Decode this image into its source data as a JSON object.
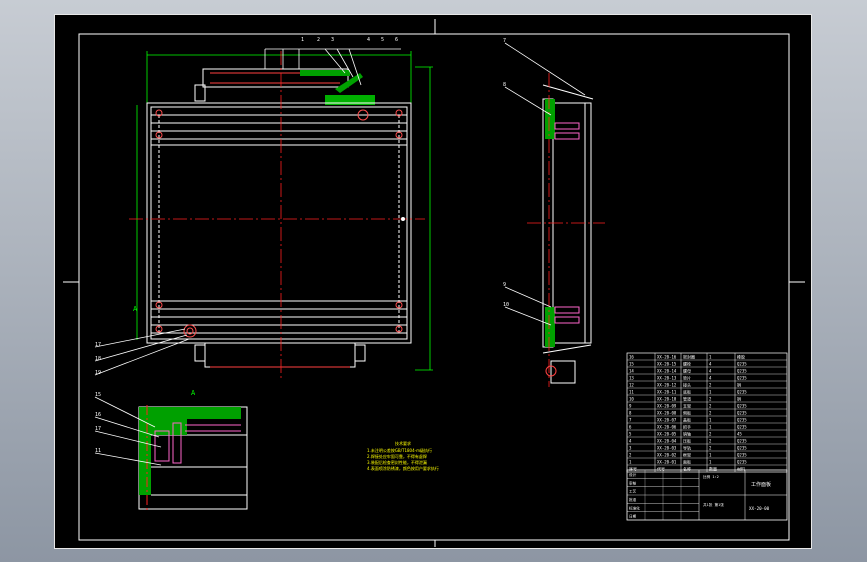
{
  "drawing": {
    "background": "#000000",
    "outline_color": "#ffffff",
    "centerline_color": "#ff2020",
    "dimension_color": "#00ff00",
    "hatch_color": "#00b000",
    "pipe_color": "#ff66cc",
    "lead_color": "#ffff00"
  },
  "callouts_top": [
    "1",
    "2",
    "3",
    "4",
    "5",
    "6"
  ],
  "callouts_side": [
    "7",
    "8",
    "9",
    "10"
  ],
  "callouts_left": [
    "17",
    "18",
    "19"
  ],
  "detail": {
    "label": "A",
    "view_mark": "A",
    "callouts": [
      "15",
      "16",
      "17",
      "11"
    ]
  },
  "tech_notes": {
    "title": "技术要求",
    "lines": [
      "1.未注明公差按GB/T1804-m级执行",
      "2.焊接处应牢固可靠，不得有虚焊",
      "3.装配后检查密封性能，不得泄漏",
      "4.表面喷涂防锈漆，颜色按用户要求执行"
    ]
  },
  "bom": {
    "rows": [
      [
        "16",
        "XX-20-16",
        "密封圈",
        "1",
        "橡胶"
      ],
      [
        "15",
        "XX-20-15",
        "螺栓",
        "4",
        "Q235"
      ],
      [
        "14",
        "XX-20-14",
        "螺母",
        "4",
        "Q235"
      ],
      [
        "13",
        "XX-20-13",
        "垫片",
        "4",
        "Q235"
      ],
      [
        "12",
        "XX-20-12",
        "接头",
        "2",
        "铜"
      ],
      [
        "11",
        "XX-20-11",
        "底板",
        "1",
        "Q235"
      ],
      [
        "10",
        "XX-20-10",
        "管道",
        "2",
        "铜"
      ],
      [
        "9",
        "XX-20-09",
        "支架",
        "2",
        "Q235"
      ],
      [
        "8",
        "XX-20-08",
        "侧板",
        "2",
        "Q235"
      ],
      [
        "7",
        "XX-20-07",
        "盖板",
        "1",
        "Q235"
      ],
      [
        "6",
        "XX-20-06",
        "把手",
        "1",
        "Q235"
      ],
      [
        "5",
        "XX-20-05",
        "销轴",
        "2",
        "45"
      ],
      [
        "4",
        "XX-20-04",
        "压板",
        "2",
        "Q235"
      ],
      [
        "3",
        "XX-20-03",
        "导轨",
        "2",
        "Q235"
      ],
      [
        "2",
        "XX-20-02",
        "框架",
        "1",
        "Q235"
      ],
      [
        "1",
        "XX-20-01",
        "面板",
        "1",
        "Q235"
      ]
    ],
    "header": [
      "序号",
      "代号",
      "名称",
      "数量",
      "材料"
    ]
  },
  "title_block": {
    "drawing_name": "工作面板",
    "drawing_no": "XX-20-00",
    "labels": [
      "设计",
      "审核",
      "工艺",
      "批准",
      "标准化",
      "日期"
    ],
    "scale_label": "比例",
    "scale": "1:2",
    "sheet_label": "共1张 第1张"
  }
}
